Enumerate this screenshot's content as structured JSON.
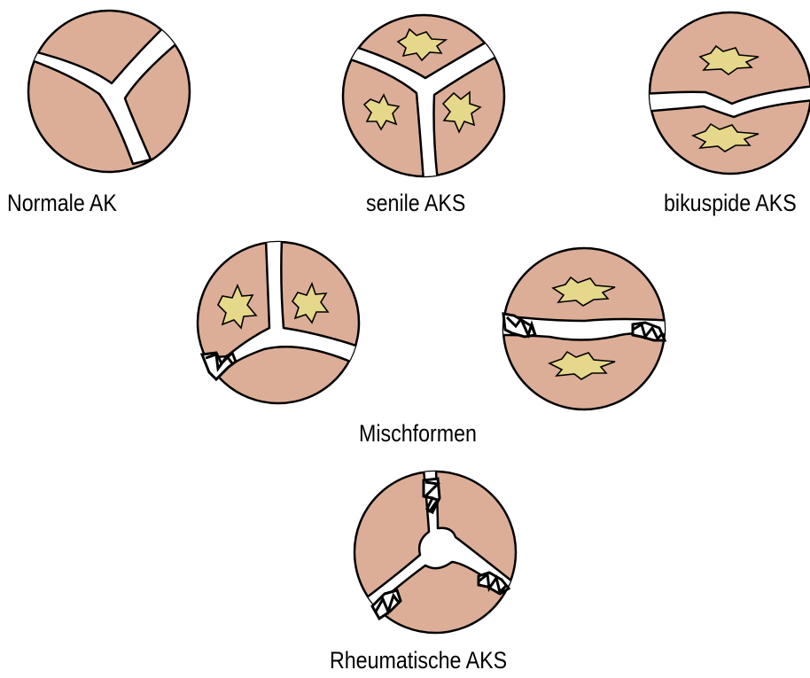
{
  "labels": {
    "normal": "Normale AK",
    "senile": "senile AKS",
    "bicuspid": "bikuspide  AKS",
    "mixed": "Mischformen",
    "rheumatic": "Rheumatische AKS"
  },
  "colors": {
    "valve_tissue": "#dcae98",
    "calcification": "#e6d88a",
    "outline": "#000000",
    "commissure_opening": "#ffffff"
  }
}
